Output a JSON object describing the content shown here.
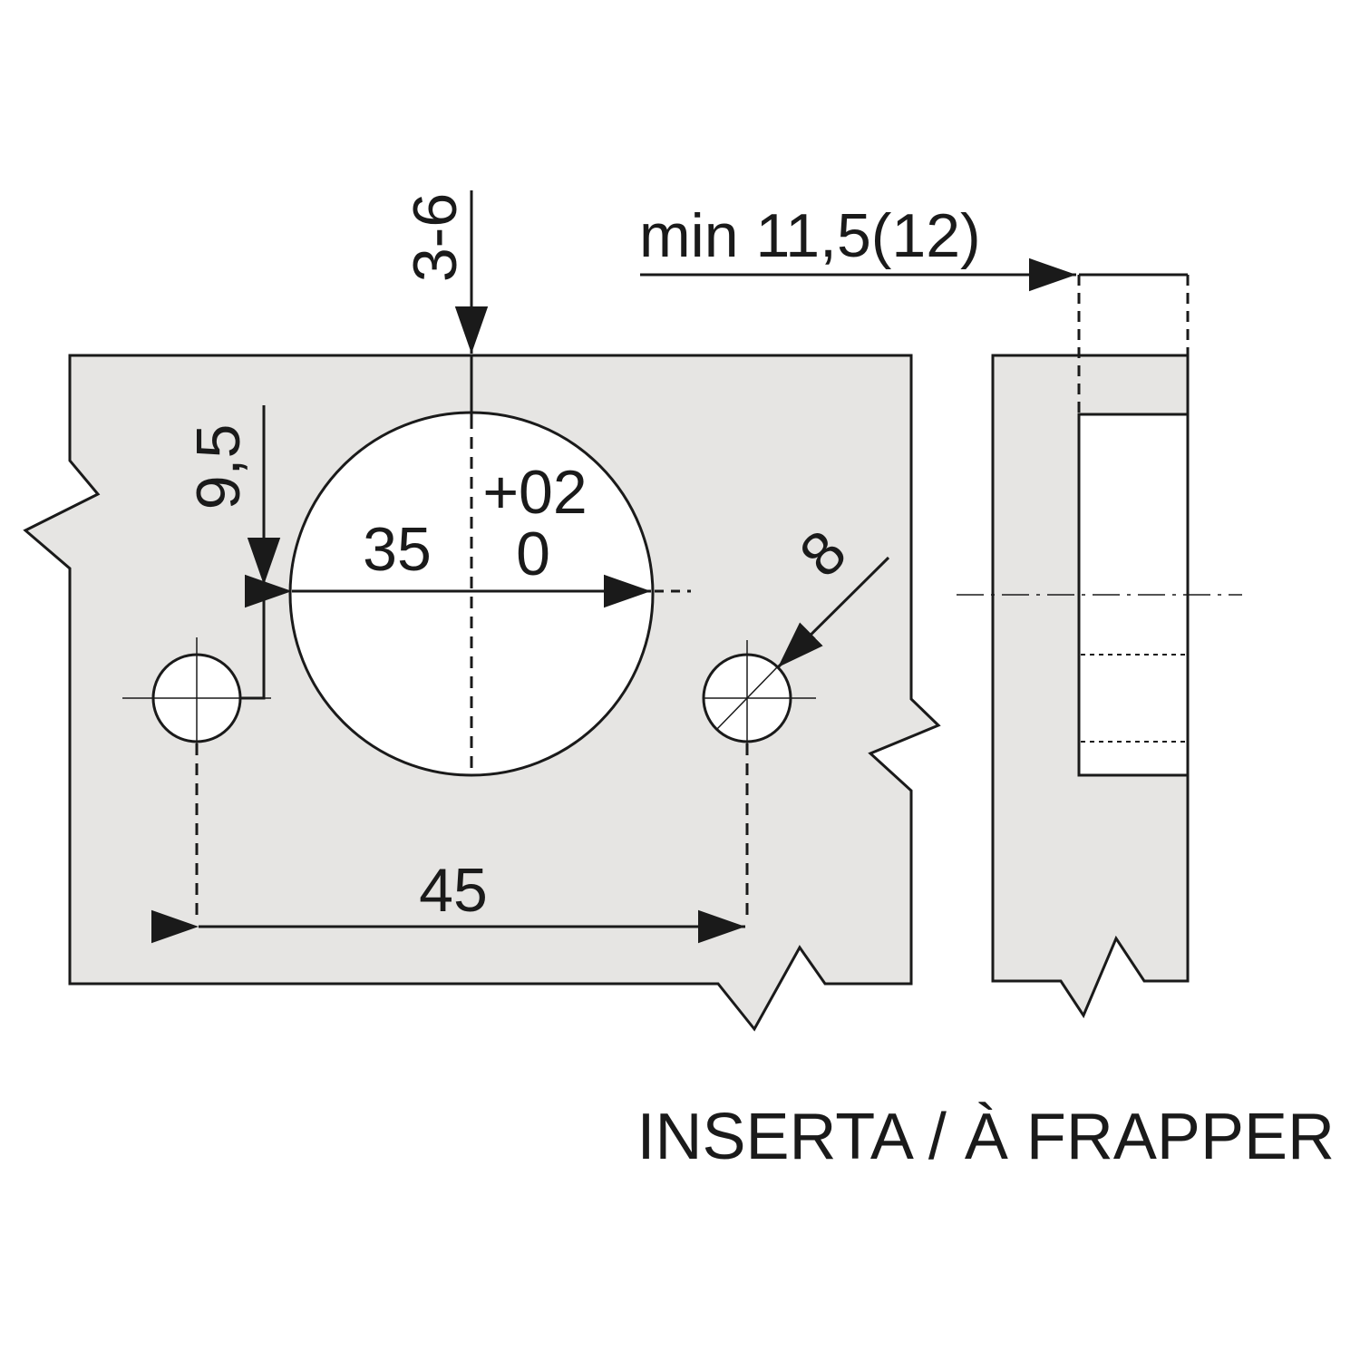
{
  "colors": {
    "panel": "#e6e5e3",
    "ink": "#1a1a1a",
    "hole": "#ffffff"
  },
  "dimensions": {
    "edge_distance": "3-6",
    "side_offset": "9,5",
    "cup_diameter": "35",
    "tolerance_upper": "+02",
    "tolerance_lower": "0",
    "screw_hole_diameter": "8",
    "screw_spacing": "45",
    "min_thickness": "min 11,5(12)"
  },
  "caption": "INSERTA / À FRAPPER"
}
